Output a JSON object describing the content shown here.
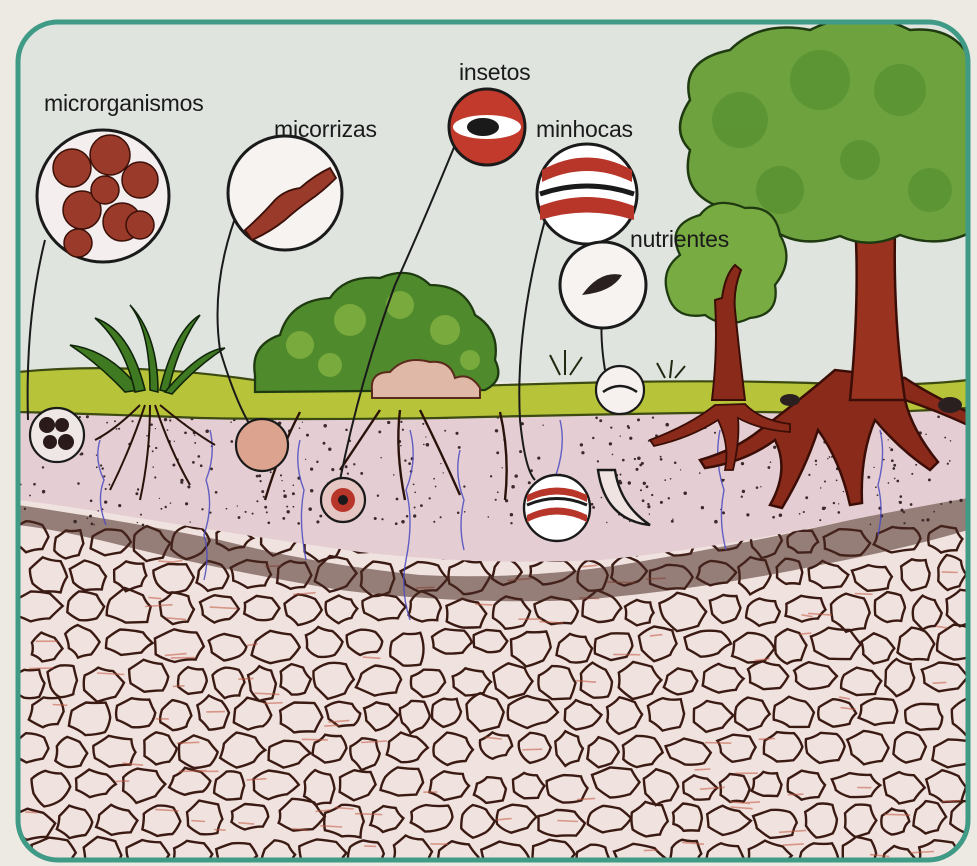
{
  "labels": {
    "microorganisms": "microrganismos",
    "mycorrhizae": "micorrizas",
    "insects": "insetos",
    "earthworms": "minhocas",
    "nutrients": "nutrientes"
  },
  "colors": {
    "frame": "#3f9a86",
    "sky": "#dde3de",
    "grass": "#b7c43a",
    "topsoil": "#e6d0d6",
    "subsoil": "#f1e3e0",
    "clod_outline": "#3a1a12",
    "trunk": "#8a2a1a",
    "foliage": "#5e9a34",
    "moss": "#4d7f2a",
    "accent_red": "#b8352a",
    "water_lines": "#4a4ac0"
  }
}
